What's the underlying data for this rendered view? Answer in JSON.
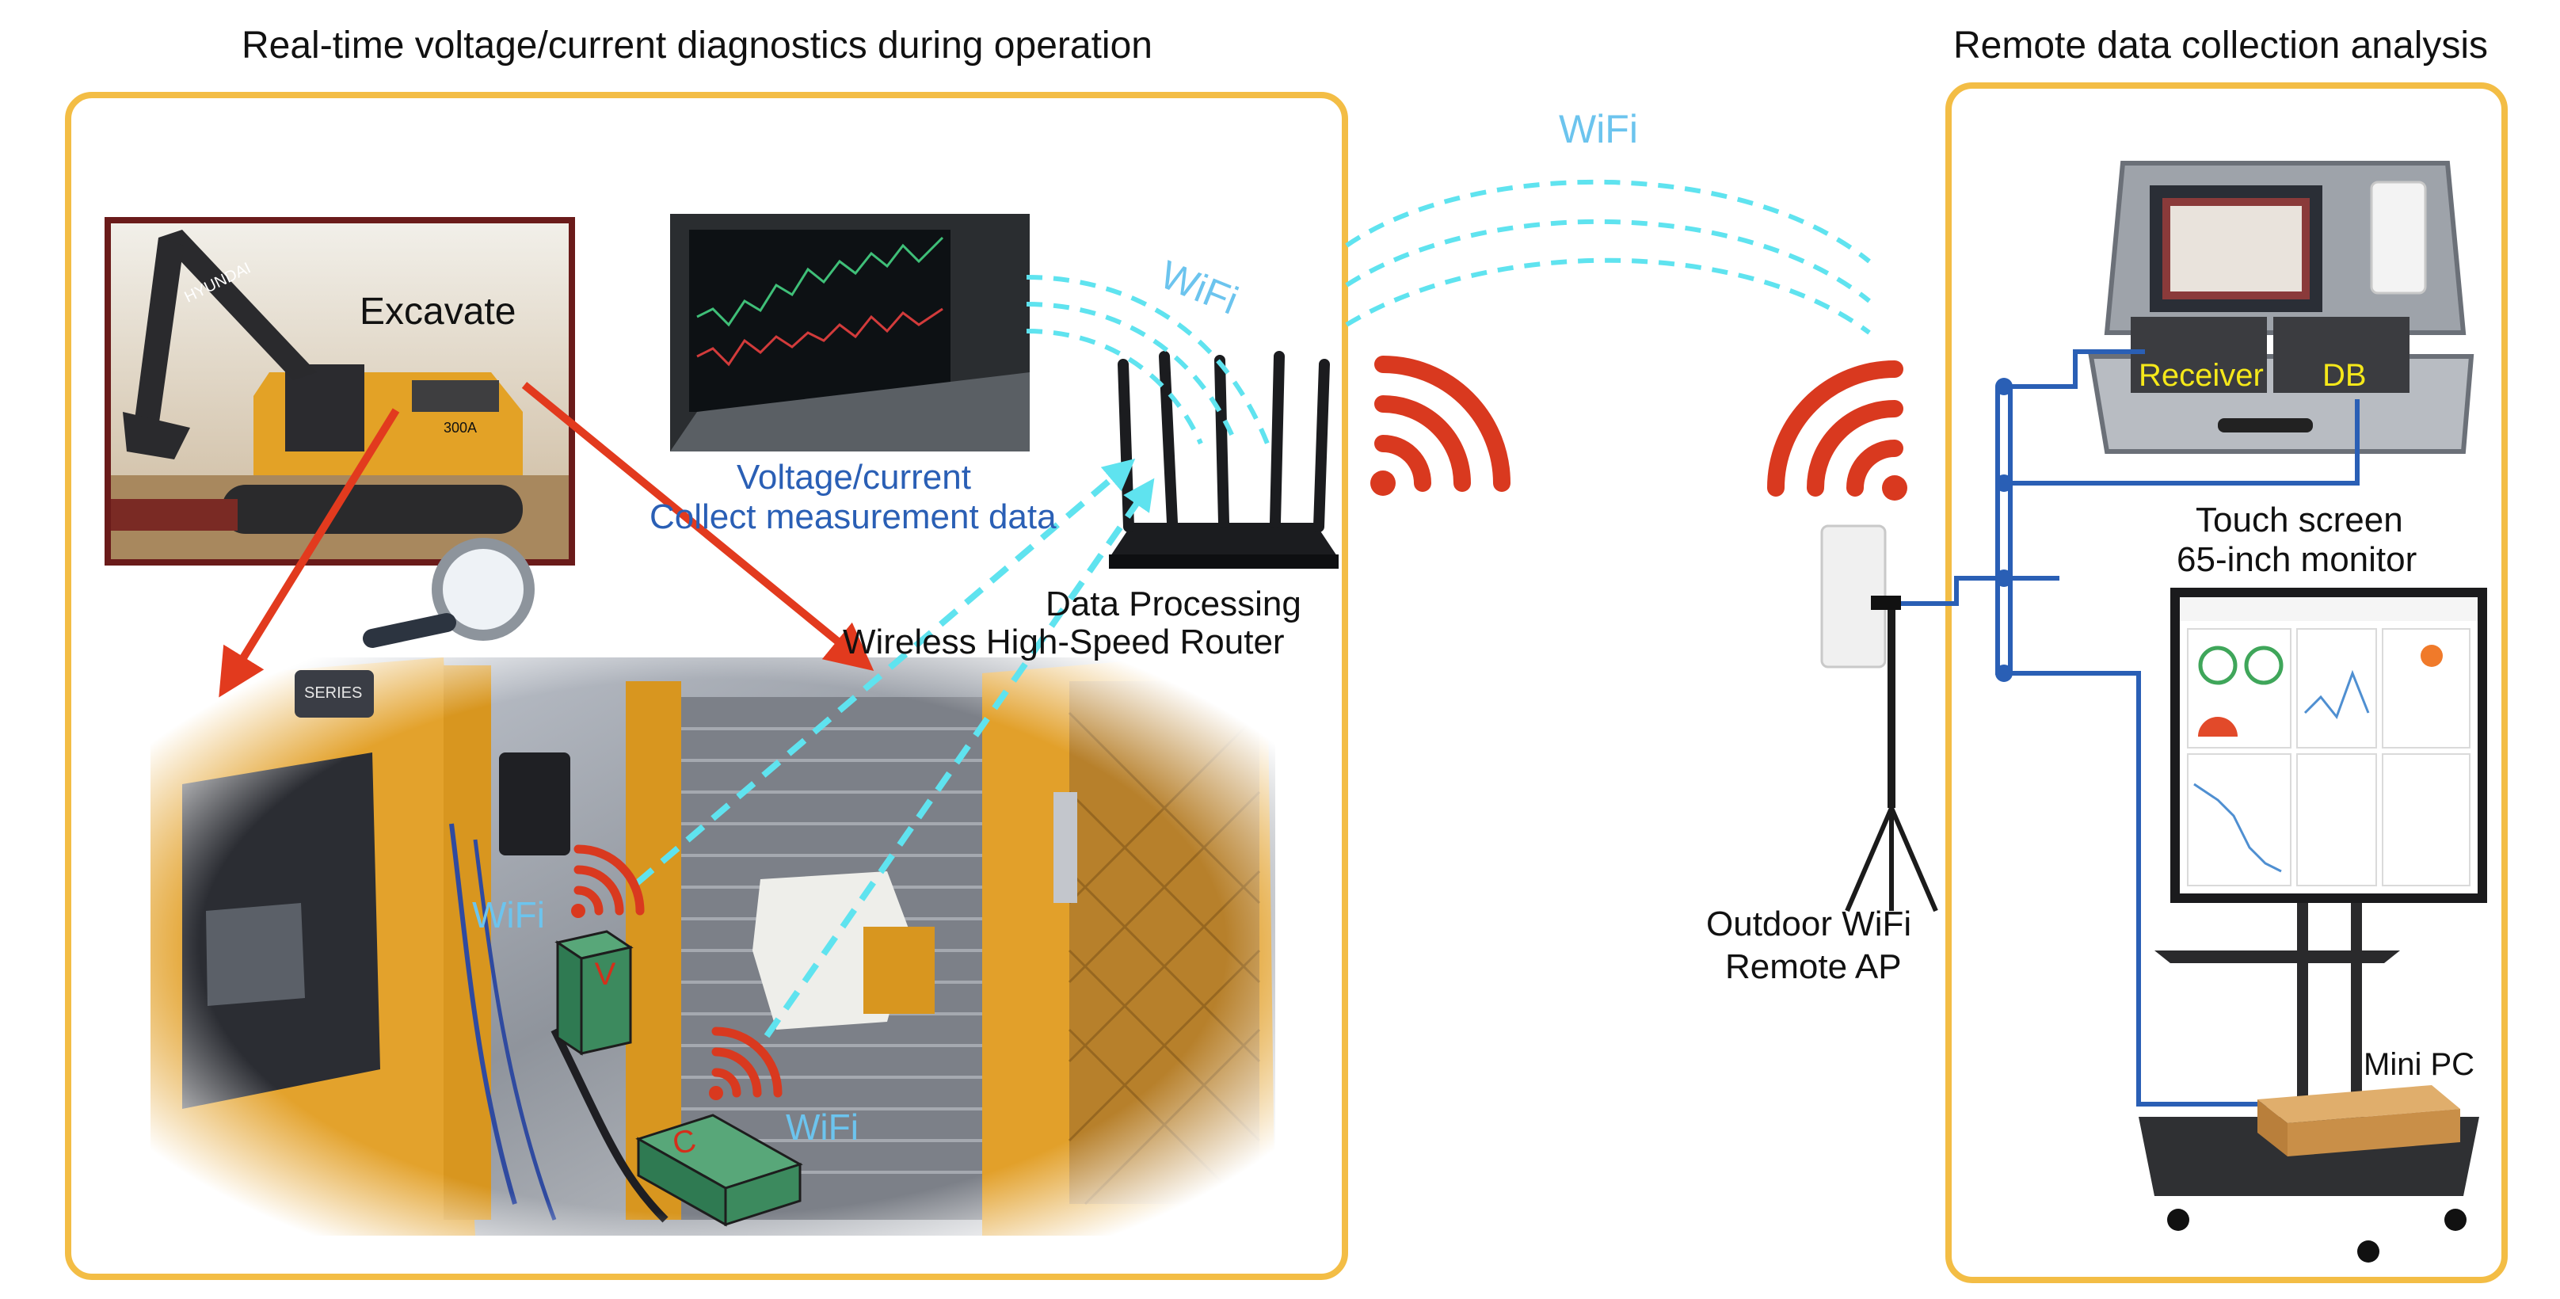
{
  "titles": {
    "left": "Real-time voltage/current diagnostics during operation",
    "right": "Remote data collection analysis"
  },
  "labels": {
    "excavate": "Excavate",
    "voltage_line1": "Voltage/current",
    "voltage_line2": "Collect measurement data",
    "router_line1": "Data Processing",
    "router_line2": "Wireless High-Speed Router",
    "wifi_top": "WiFi",
    "wifi_mid": "WiFi",
    "wifi_v": "WiFi",
    "wifi_c": "WiFi",
    "sensor_v": "V",
    "sensor_c": "C",
    "ap_line1": "Outdoor WiFi",
    "ap_line2": "Remote AP",
    "receiver": "Receiver",
    "db": "DB",
    "touch_line1": "Touch screen",
    "touch_line2": "65-inch monitor",
    "mini_pc": "Mini PC",
    "excavator_brand": "HYUNDAI",
    "excavator_model": "300A",
    "series_badge": "SERIES"
  },
  "icons": {
    "wifi_signal": "wifi-signal-icon",
    "magnifier": "magnifier-icon",
    "router": "router-icon",
    "ap": "access-point-icon"
  },
  "colors": {
    "panel_border": "#f3bd45",
    "wifi_red": "#d9391f",
    "wifi_blue_text": "#6cc4ee",
    "dashed_cyan": "#5fe3ef",
    "arrow_red": "#e23a1e",
    "cable_blue": "#2a5fb5",
    "sensor_green": "#3c8a5e"
  }
}
